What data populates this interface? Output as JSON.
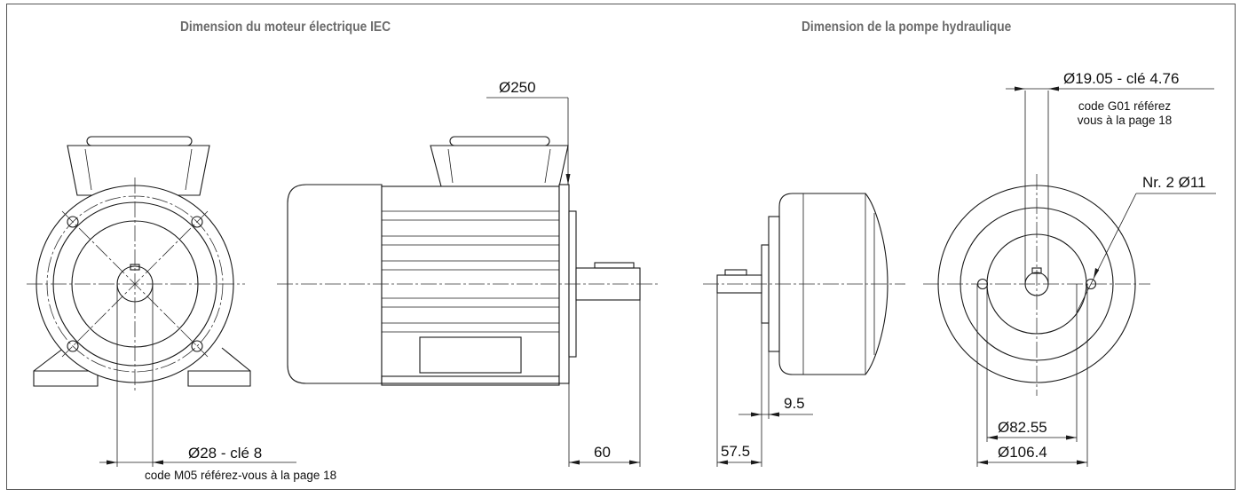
{
  "titles": {
    "motor": "Dimension du moteur électrique IEC",
    "pump": "Dimension de la pompe hydraulique"
  },
  "dimensions": {
    "flange_diameter": "Ø250",
    "motor_shaft": "Ø28 - clé 8",
    "motor_code_note": "code M05 référez-vous à la page 18",
    "motor_shaft_length": "60",
    "pump_shaft": "Ø19.05 - clé 4.76",
    "pump_code_note_line1": "code G01 référez",
    "pump_code_note_line2": "vous à la page 18",
    "pump_holes": "Nr. 2 Ø11",
    "pump_flange_thickness": "9.5",
    "pump_shaft_length": "57.5",
    "pump_pilot_diameter": "Ø82.55",
    "pump_bolt_circle": "Ø106.4"
  }
}
